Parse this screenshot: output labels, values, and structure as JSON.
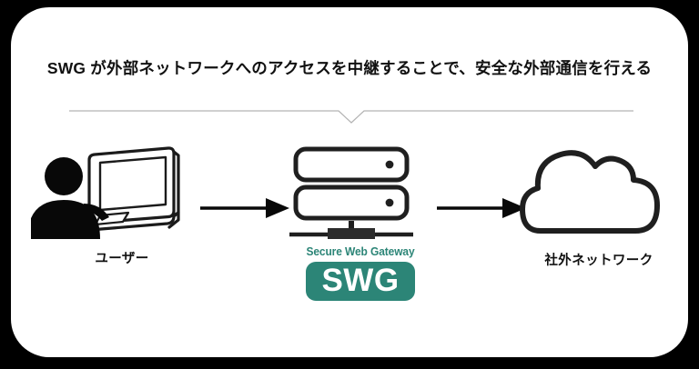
{
  "card": {
    "background_color": "#ffffff",
    "page_background_color": "#000000"
  },
  "title": {
    "text": "SWG が外部ネットワークへのアクセスを中継することで、安全な外部通信を行える"
  },
  "divider": {
    "name": "title-divider-with-notch",
    "color": "#b3b3b3"
  },
  "accent_color": "#2c8577",
  "flow": {
    "nodes": [
      {
        "id": "user",
        "icon": "user-with-laptop-icon",
        "label": "ユーザー"
      },
      {
        "id": "swg",
        "icon": "server-stack-icon",
        "caption": "Secure Web Gateway",
        "badge": "SWG",
        "badge_color": "#2c8577",
        "badge_text_color": "#ffffff"
      },
      {
        "id": "cloud",
        "icon": "cloud-icon",
        "label": "社外ネットワーク"
      }
    ],
    "arrows": [
      {
        "id": "user-to-swg",
        "icon": "arrow-right-icon",
        "direction": "right"
      },
      {
        "id": "swg-to-cloud",
        "icon": "arrow-right-icon",
        "direction": "right"
      }
    ]
  }
}
